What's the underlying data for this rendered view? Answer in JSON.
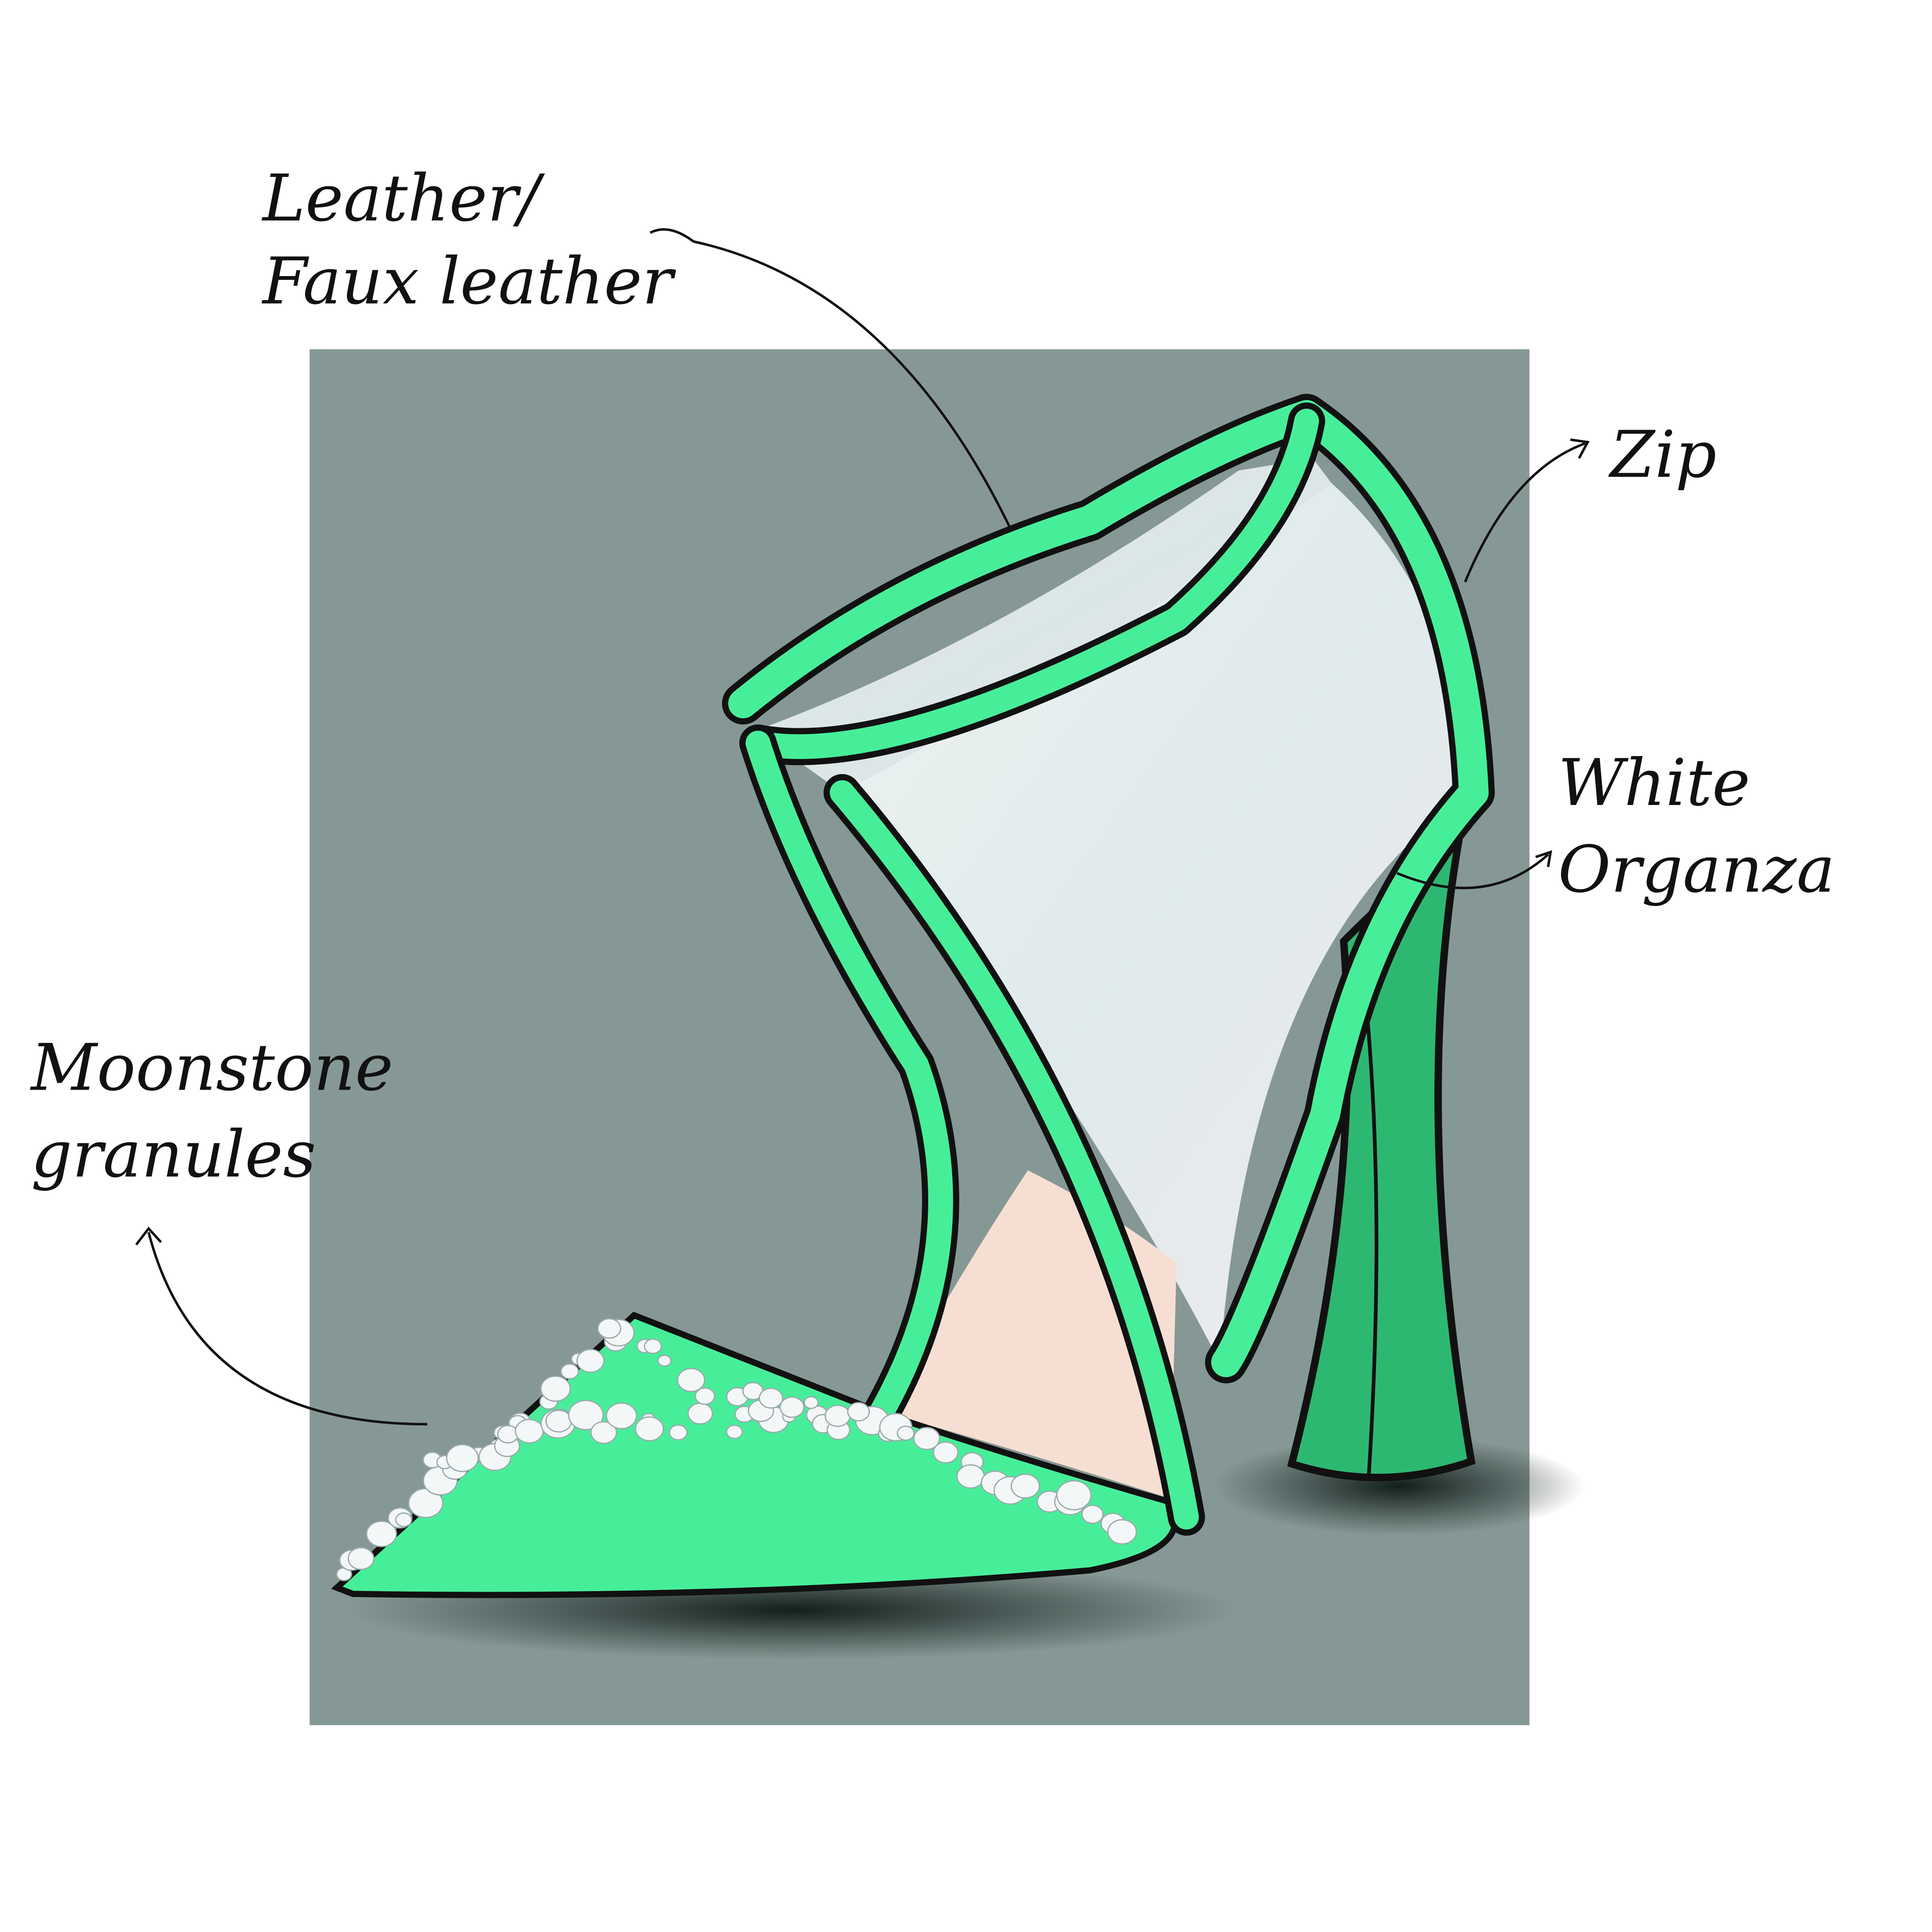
{
  "colors": {
    "background": "#ffffff",
    "panel": "#869895",
    "leather_green": "#47ee9a",
    "heel_green": "#2db872",
    "lining_nude": "#f6dfd2",
    "organza": "#eaf2ef",
    "outline": "#111111"
  },
  "labels": {
    "leather_line1": "Leather/",
    "leather_line2": "Faux leather",
    "zip": "Zip",
    "organza_line1": "White",
    "organza_line2": "Organza",
    "moonstone_line1": "Moonstone",
    "moonstone_line2": "granules"
  }
}
